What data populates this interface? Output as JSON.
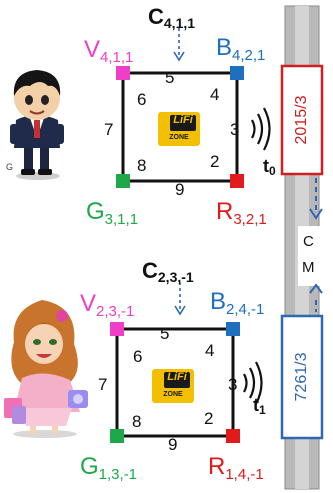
{
  "colors": {
    "v": "#ee3fc6",
    "b": "#1f6fbf",
    "g": "#1ea84a",
    "r": "#e11b1b",
    "bar": "#b9b9b9",
    "box_red": "#d21e1e",
    "box_blue": "#2f67b2",
    "lifi_yellow": "#f2c000"
  },
  "top": {
    "title": {
      "main": "C",
      "sub": "4,1,1"
    },
    "v": {
      "main": "V",
      "sub": "4,1,1"
    },
    "b": {
      "main": "B",
      "sub": "4,2,1"
    },
    "g": {
      "main": "G",
      "sub": "3,1,1"
    },
    "r": {
      "main": "R",
      "sub": "3,2,1"
    },
    "edges": {
      "top": "5",
      "upper_left": "6",
      "upper_right": "4",
      "left": "7",
      "right": "3",
      "lower_left": "8",
      "lower_right": "2",
      "bottom": "9"
    },
    "t": {
      "main": "t",
      "sub": "0"
    },
    "small_mark": "G"
  },
  "bottom": {
    "title": {
      "main": "C",
      "sub": "2,3,-1"
    },
    "v": {
      "main": "V",
      "sub": "2,3,-1"
    },
    "b": {
      "main": "B",
      "sub": "2,4,-1"
    },
    "g": {
      "main": "G",
      "sub": "1,3,-1"
    },
    "r": {
      "main": "R",
      "sub": "1,4,-1"
    },
    "edges": {
      "top": "5",
      "upper_left": "6",
      "upper_right": "4",
      "left": "7",
      "right": "3",
      "lower_left": "8",
      "lower_right": "2",
      "bottom": "9"
    },
    "t": {
      "main": "t",
      "sub": "1"
    }
  },
  "lifi": {
    "brand": "LiFi",
    "zone": "ZONE"
  },
  "bar": {
    "top_box": "2015/3",
    "bottom_box": "7261/3",
    "c": "C",
    "m": "M"
  }
}
